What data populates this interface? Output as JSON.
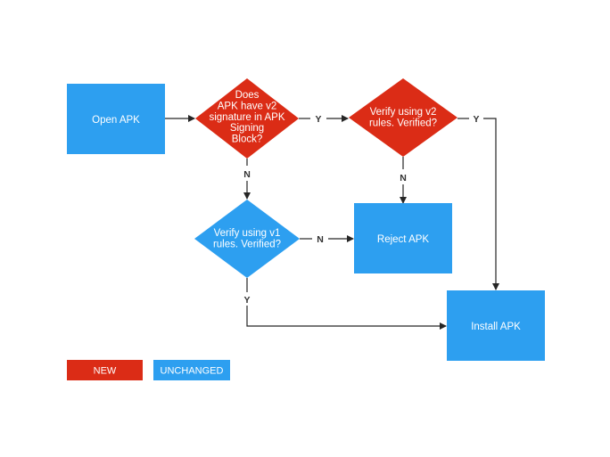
{
  "colors": {
    "new": "#db2c16",
    "unchanged": "#2d9ff0",
    "line": "#262626",
    "text": "#ffffff"
  },
  "nodes": {
    "open_apk": [
      "Open APK"
    ],
    "v2_check": [
      "Does",
      "APK have v2",
      "signature in APK",
      "Signing",
      "Block?"
    ],
    "verify_v2": [
      "Verify using v2",
      "rules. Verified?"
    ],
    "verify_v1": [
      "Verify using v1",
      "rules. Verified?"
    ],
    "reject_apk": [
      "Reject APK"
    ],
    "install_apk": [
      "Install APK"
    ]
  },
  "edges": {
    "v2_yes": "Y",
    "v2_no": "N",
    "verify_v2_yes": "Y",
    "verify_v2_no": "N",
    "verify_v1_no": "N",
    "verify_v1_yes": "Y"
  },
  "legend": {
    "new": "NEW",
    "unchanged": "UNCHANGED"
  }
}
